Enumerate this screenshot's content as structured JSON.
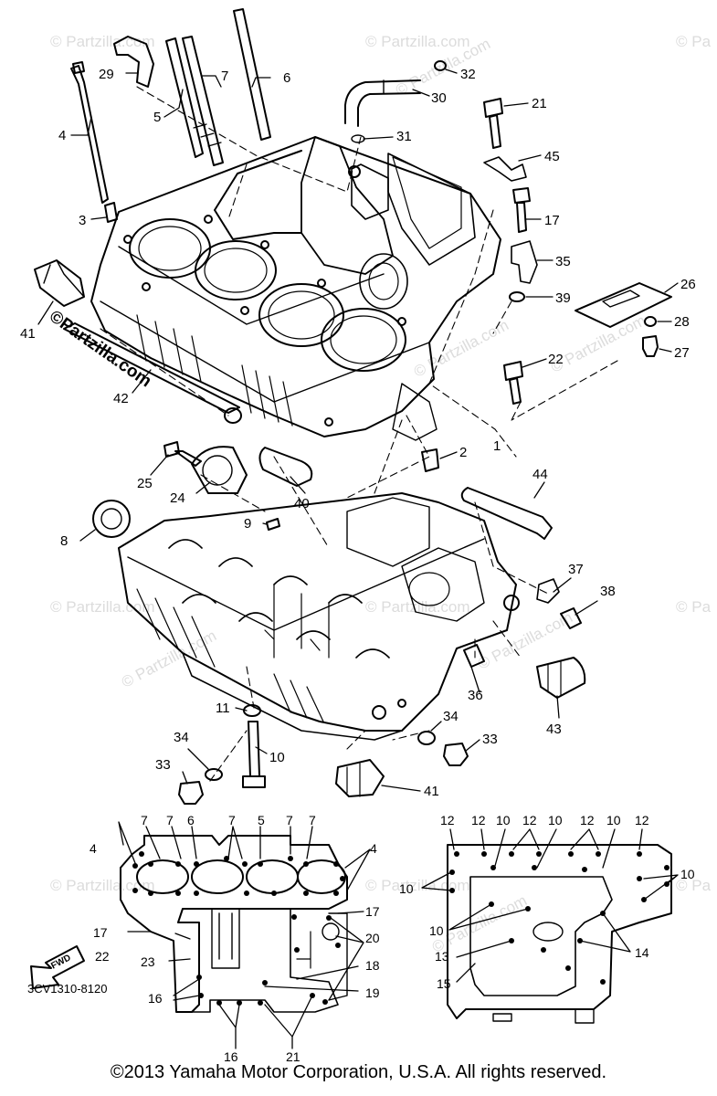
{
  "watermark": {
    "text": "© Partzilla.com",
    "short": "© Pa",
    "logo": "©Partzilla.com"
  },
  "diagram_code": "3CV1310-8120",
  "fwd_label": "FWD",
  "copyright": "©2013 Yamaha Motor Corporation, U.S.A. All rights reserved.",
  "parts": {
    "p1": "1",
    "p2": "2",
    "p3": "3",
    "p4": "4",
    "p5": "5",
    "p6": "6",
    "p7": "7",
    "p8": "8",
    "p9": "9",
    "p10": "10",
    "p11": "11",
    "p12": "12",
    "p13": "13",
    "p14": "14",
    "p15": "15",
    "p16": "16",
    "p17": "17",
    "p18": "18",
    "p19": "19",
    "p20": "20",
    "p21": "21",
    "p22": "22",
    "p23": "23",
    "p24": "24",
    "p25": "25",
    "p26": "26",
    "p27": "27",
    "p28": "28",
    "p29": "29",
    "p30": "30",
    "p31": "31",
    "p32": "32",
    "p33": "33",
    "p34": "34",
    "p35": "35",
    "p36": "36",
    "p37": "37",
    "p38": "38",
    "p39": "39",
    "p40": "40",
    "p41": "41",
    "p42": "42",
    "p43": "43",
    "p44": "44",
    "p45": "45"
  }
}
